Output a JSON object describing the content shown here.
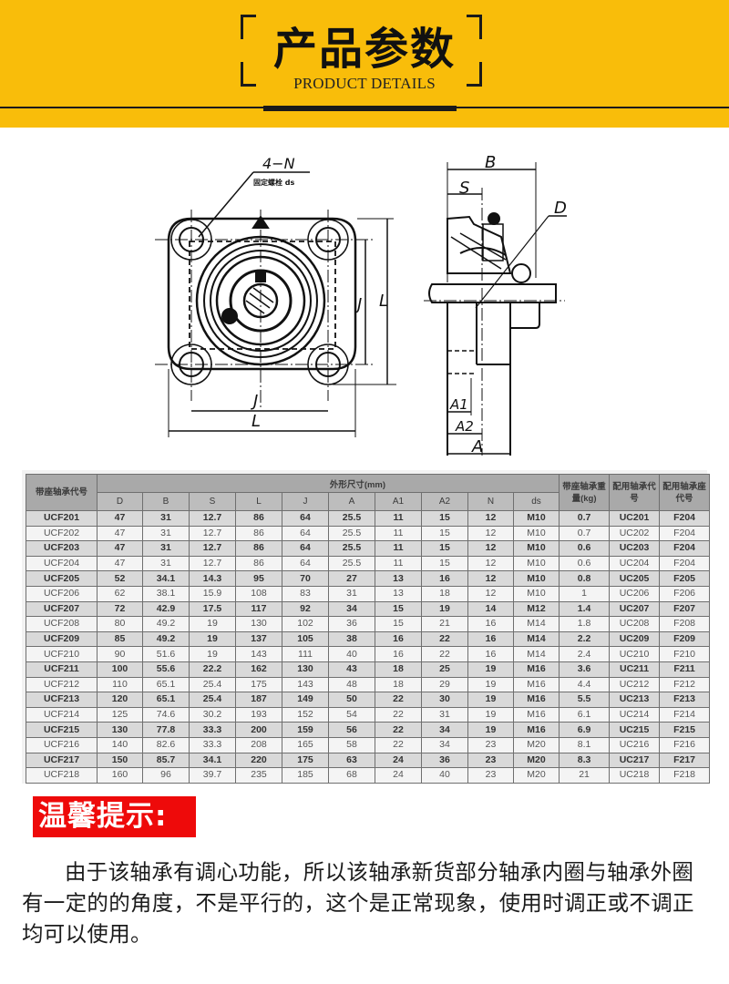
{
  "banner": {
    "title": "产品参数",
    "subtitle": "PRODUCT DETAILS",
    "background_color": "#f9bd0a"
  },
  "drawing": {
    "front_view": {
      "callout": "4−N",
      "callout_sub": "固定螺栓 ds",
      "dim_J_vertical": "J",
      "dim_L_vertical": "L",
      "dim_J_horizontal": "J",
      "dim_L_horizontal": "L"
    },
    "side_view": {
      "dim_B": "B",
      "dim_S": "S",
      "dim_D": "D",
      "dim_A1": "A1",
      "dim_A2": "A2",
      "dim_A": "A"
    }
  },
  "table": {
    "header": {
      "model": "带座轴承代号",
      "dimensions_group": "外形尺寸(mm)",
      "weight": "带座轴承重量(kg)",
      "bearing": "配用轴承代号",
      "housing": "配用轴承座代号"
    },
    "columns": [
      "D",
      "B",
      "S",
      "L",
      "J",
      "A",
      "A1",
      "A2",
      "N",
      "ds"
    ],
    "rows": [
      [
        "UCF201",
        "47",
        "31",
        "12.7",
        "86",
        "64",
        "25.5",
        "11",
        "15",
        "12",
        "M10",
        "0.7",
        "UC201",
        "F204"
      ],
      [
        "UCF202",
        "47",
        "31",
        "12.7",
        "86",
        "64",
        "25.5",
        "11",
        "15",
        "12",
        "M10",
        "0.7",
        "UC202",
        "F204"
      ],
      [
        "UCF203",
        "47",
        "31",
        "12.7",
        "86",
        "64",
        "25.5",
        "11",
        "15",
        "12",
        "M10",
        "0.6",
        "UC203",
        "F204"
      ],
      [
        "UCF204",
        "47",
        "31",
        "12.7",
        "86",
        "64",
        "25.5",
        "11",
        "15",
        "12",
        "M10",
        "0.6",
        "UC204",
        "F204"
      ],
      [
        "UCF205",
        "52",
        "34.1",
        "14.3",
        "95",
        "70",
        "27",
        "13",
        "16",
        "12",
        "M10",
        "0.8",
        "UC205",
        "F205"
      ],
      [
        "UCF206",
        "62",
        "38.1",
        "15.9",
        "108",
        "83",
        "31",
        "13",
        "18",
        "12",
        "M10",
        "1",
        "UC206",
        "F206"
      ],
      [
        "UCF207",
        "72",
        "42.9",
        "17.5",
        "117",
        "92",
        "34",
        "15",
        "19",
        "14",
        "M12",
        "1.4",
        "UC207",
        "F207"
      ],
      [
        "UCF208",
        "80",
        "49.2",
        "19",
        "130",
        "102",
        "36",
        "15",
        "21",
        "16",
        "M14",
        "1.8",
        "UC208",
        "F208"
      ],
      [
        "UCF209",
        "85",
        "49.2",
        "19",
        "137",
        "105",
        "38",
        "16",
        "22",
        "16",
        "M14",
        "2.2",
        "UC209",
        "F209"
      ],
      [
        "UCF210",
        "90",
        "51.6",
        "19",
        "143",
        "111",
        "40",
        "16",
        "22",
        "16",
        "M14",
        "2.4",
        "UC210",
        "F210"
      ],
      [
        "UCF211",
        "100",
        "55.6",
        "22.2",
        "162",
        "130",
        "43",
        "18",
        "25",
        "19",
        "M16",
        "3.6",
        "UC211",
        "F211"
      ],
      [
        "UCF212",
        "110",
        "65.1",
        "25.4",
        "175",
        "143",
        "48",
        "18",
        "29",
        "19",
        "M16",
        "4.4",
        "UC212",
        "F212"
      ],
      [
        "UCF213",
        "120",
        "65.1",
        "25.4",
        "187",
        "149",
        "50",
        "22",
        "30",
        "19",
        "M16",
        "5.5",
        "UC213",
        "F213"
      ],
      [
        "UCF214",
        "125",
        "74.6",
        "30.2",
        "193",
        "152",
        "54",
        "22",
        "31",
        "19",
        "M16",
        "6.1",
        "UC214",
        "F214"
      ],
      [
        "UCF215",
        "130",
        "77.8",
        "33.3",
        "200",
        "159",
        "56",
        "22",
        "34",
        "19",
        "M16",
        "6.9",
        "UC215",
        "F215"
      ],
      [
        "UCF216",
        "140",
        "82.6",
        "33.3",
        "208",
        "165",
        "58",
        "22",
        "34",
        "23",
        "M20",
        "8.1",
        "UC216",
        "F216"
      ],
      [
        "UCF217",
        "150",
        "85.7",
        "34.1",
        "220",
        "175",
        "63",
        "24",
        "36",
        "23",
        "M20",
        "8.3",
        "UC217",
        "F217"
      ],
      [
        "UCF218",
        "160",
        "96",
        "39.7",
        "235",
        "185",
        "68",
        "24",
        "40",
        "23",
        "M20",
        "21",
        "UC218",
        "F218"
      ]
    ]
  },
  "tip": {
    "label": "温馨提示:",
    "badge_color": "#ee0a0a",
    "text": "由于该轴承有调心功能，所以该轴承新货部分轴承内圈与轴承外圈有一定的的角度，不是平行的，这个是正常现象，使用时调正或不调正均可以使用。"
  }
}
